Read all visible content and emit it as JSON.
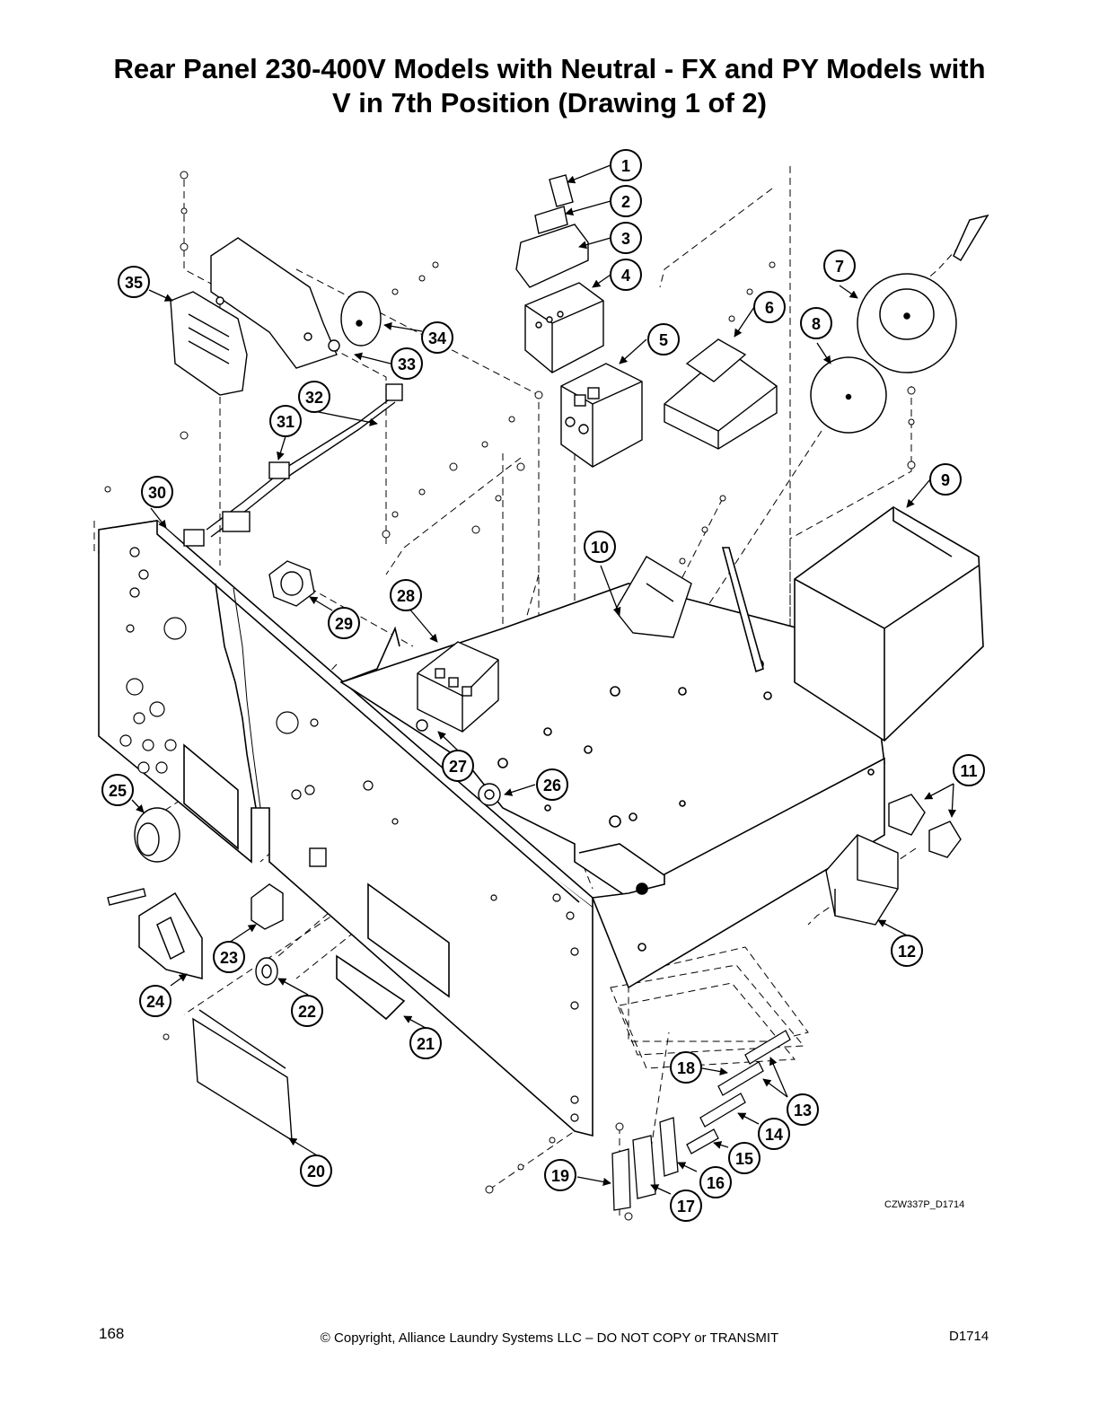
{
  "title": {
    "line1": "Rear Panel 230-400V Models with Neutral - FX and PY Models with",
    "line2": "V in 7th Position (Drawing 1 of 2)"
  },
  "drawing_code": "CZW337P_D1714",
  "callouts": [
    "1",
    "2",
    "3",
    "4",
    "5",
    "6",
    "7",
    "8",
    "9",
    "10",
    "11",
    "12",
    "13",
    "14",
    "15",
    "16",
    "17",
    "18",
    "19",
    "20",
    "21",
    "22",
    "23",
    "24",
    "25",
    "26",
    "27",
    "28",
    "29",
    "30",
    "31",
    "32",
    "33",
    "34",
    "35"
  ],
  "footer": {
    "page_number": "168",
    "copyright": "© Copyright, Alliance Laundry Systems LLC – DO NOT COPY or TRANSMIT",
    "doc_id": "D1714"
  }
}
